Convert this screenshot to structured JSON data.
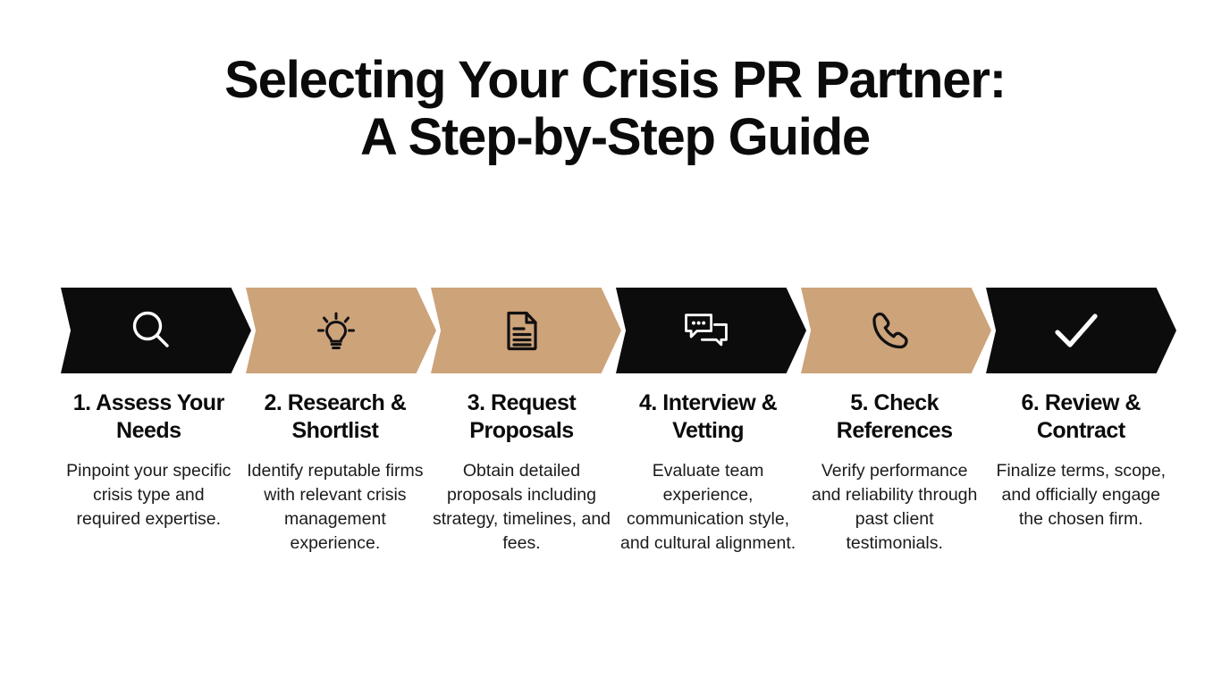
{
  "title": {
    "line1": "Selecting Your Crisis PR Partner:",
    "line2": "A Step-by-Step Guide"
  },
  "colors": {
    "dark": "#0c0c0c",
    "tan": "#cda37a",
    "background": "#ffffff",
    "text": "#0b0b0b"
  },
  "steps": [
    {
      "index": "1",
      "icon": "magnifier-icon",
      "style": "dark",
      "heading": "1. Assess Your Needs",
      "body": "Pinpoint your specific crisis type and required expertise."
    },
    {
      "index": "2",
      "icon": "lightbulb-icon",
      "style": "tan",
      "heading": "2. Research & Shortlist",
      "body": "Identify reputable firms with relevant crisis management experience."
    },
    {
      "index": "3",
      "icon": "document-icon",
      "style": "tan",
      "heading": "3. Request Proposals",
      "body": "Obtain detailed proposals including strategy, timelines, and fees."
    },
    {
      "index": "4",
      "icon": "chat-bubbles-icon",
      "style": "dark",
      "heading": "4. Interview & Vetting",
      "body": "Evaluate team experience, communication style, and cultural alignment."
    },
    {
      "index": "5",
      "icon": "phone-icon",
      "style": "tan",
      "heading": "5. Check References",
      "body": "Verify performance and reliability through past client testimonials."
    },
    {
      "index": "6",
      "icon": "check-icon",
      "style": "dark",
      "heading": "6. Review & Contract",
      "body": "Finalize terms, scope, and officially engage the chosen firm."
    }
  ]
}
